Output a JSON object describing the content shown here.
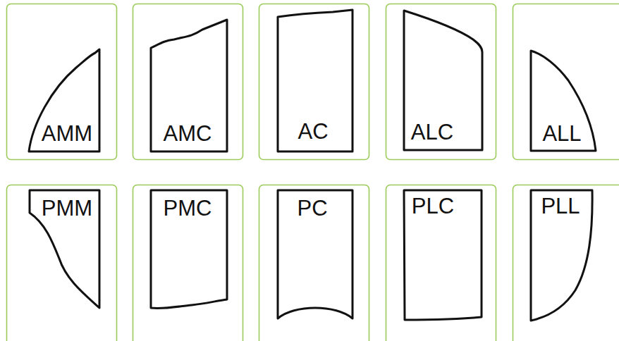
{
  "diagram": {
    "nodes": [
      {
        "text": [
          "AMM"
        ]
      },
      {
        "text": [
          "AMC"
        ]
      },
      {
        "text": [
          "AC"
        ]
      },
      {
        "text": [
          "ALC"
        ]
      },
      {
        "text": [
          "ALL"
        ]
      },
      {
        "text": [
          "PMM"
        ]
      },
      {
        "text": [
          "PMC"
        ]
      },
      {
        "text": [
          "PC"
        ]
      },
      {
        "text": [
          "PLC"
        ]
      },
      {
        "text": [
          "PLL"
        ]
      }
    ]
  }
}
